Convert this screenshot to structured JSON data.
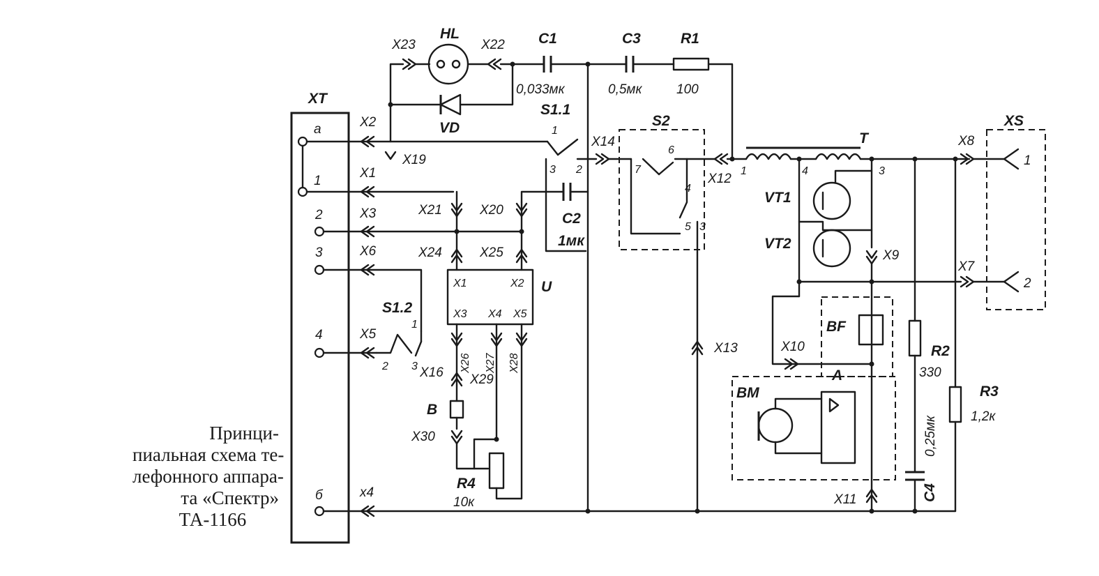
{
  "caption": {
    "line1": "Принци-",
    "line2": "пиальная схема те-",
    "line3": "лефонного аппара-",
    "line4": "та «Спектр»",
    "line5": "ТА-1166"
  },
  "blocks": {
    "xt": "XT",
    "xs": "XS",
    "u": "U",
    "t": "T",
    "a": "A",
    "s2": "S2"
  },
  "xt_terminals": [
    "а",
    "1",
    "2",
    "3",
    "4",
    "б"
  ],
  "xs_terminals": [
    "1",
    "2"
  ],
  "components": {
    "hl": "HL",
    "vd": "VD",
    "c1": "C1",
    "c1_val": "0,033мк",
    "c3": "C3",
    "c3_val": "0,5мк",
    "r1": "R1",
    "r1_val": "100",
    "c2": "C2",
    "c2_val": "1мк",
    "s11": "S1.1",
    "s12": "S1.2",
    "vt1": "VT1",
    "vt2": "VT2",
    "bf": "BF",
    "bm": "BM",
    "b": "B",
    "r2": "R2",
    "r2_val": "330",
    "r3": "R3",
    "r3_val": "1,2к",
    "r4": "R4",
    "r4_val": "10к",
    "c4": "C4",
    "c4_val": "0,25мк"
  },
  "connectors": {
    "x1": "X1",
    "x2": "X2",
    "x3": "X3",
    "x4": "x4",
    "x5": "X5",
    "x6": "X6",
    "x7": "X7",
    "x8": "X8",
    "x9": "X9",
    "x10": "X10",
    "x11": "X11",
    "x12": "X12",
    "x13": "X13",
    "x14": "X14",
    "x16": "X16",
    "x19": "X19",
    "x20": "X20",
    "x21": "X21",
    "x22": "X22",
    "x23": "X23",
    "x24": "X24",
    "x25": "X25",
    "x26": "X26",
    "x27": "X27",
    "x28": "X28",
    "x29": "X29",
    "x30": "X30"
  },
  "u_pins": [
    "X1",
    "X2",
    "X3",
    "X4",
    "X5"
  ],
  "pin_numbers": {
    "s11": [
      "1",
      "3",
      "2"
    ],
    "s12": [
      "1",
      "2",
      "3"
    ],
    "s2": [
      "7",
      "6",
      "4",
      "5",
      "3"
    ],
    "t": [
      "1",
      "4",
      "3"
    ]
  }
}
